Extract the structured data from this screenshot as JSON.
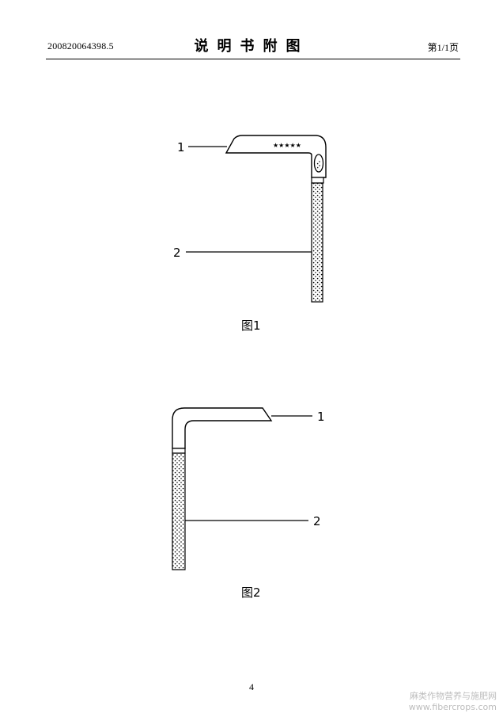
{
  "header": {
    "application_number": "200820064398.5",
    "title": "说明书附图",
    "page_indicator": "第1/1页"
  },
  "figures": [
    {
      "caption": "图1",
      "stars": "★★★★★",
      "labels": [
        "1",
        "2"
      ]
    },
    {
      "caption": "图2",
      "labels": [
        "1",
        "2"
      ]
    }
  ],
  "footer": {
    "page_number": "4"
  },
  "watermark": {
    "line1": "麻类作物营养与施肥网",
    "line2": "www.fibercrops.com"
  }
}
